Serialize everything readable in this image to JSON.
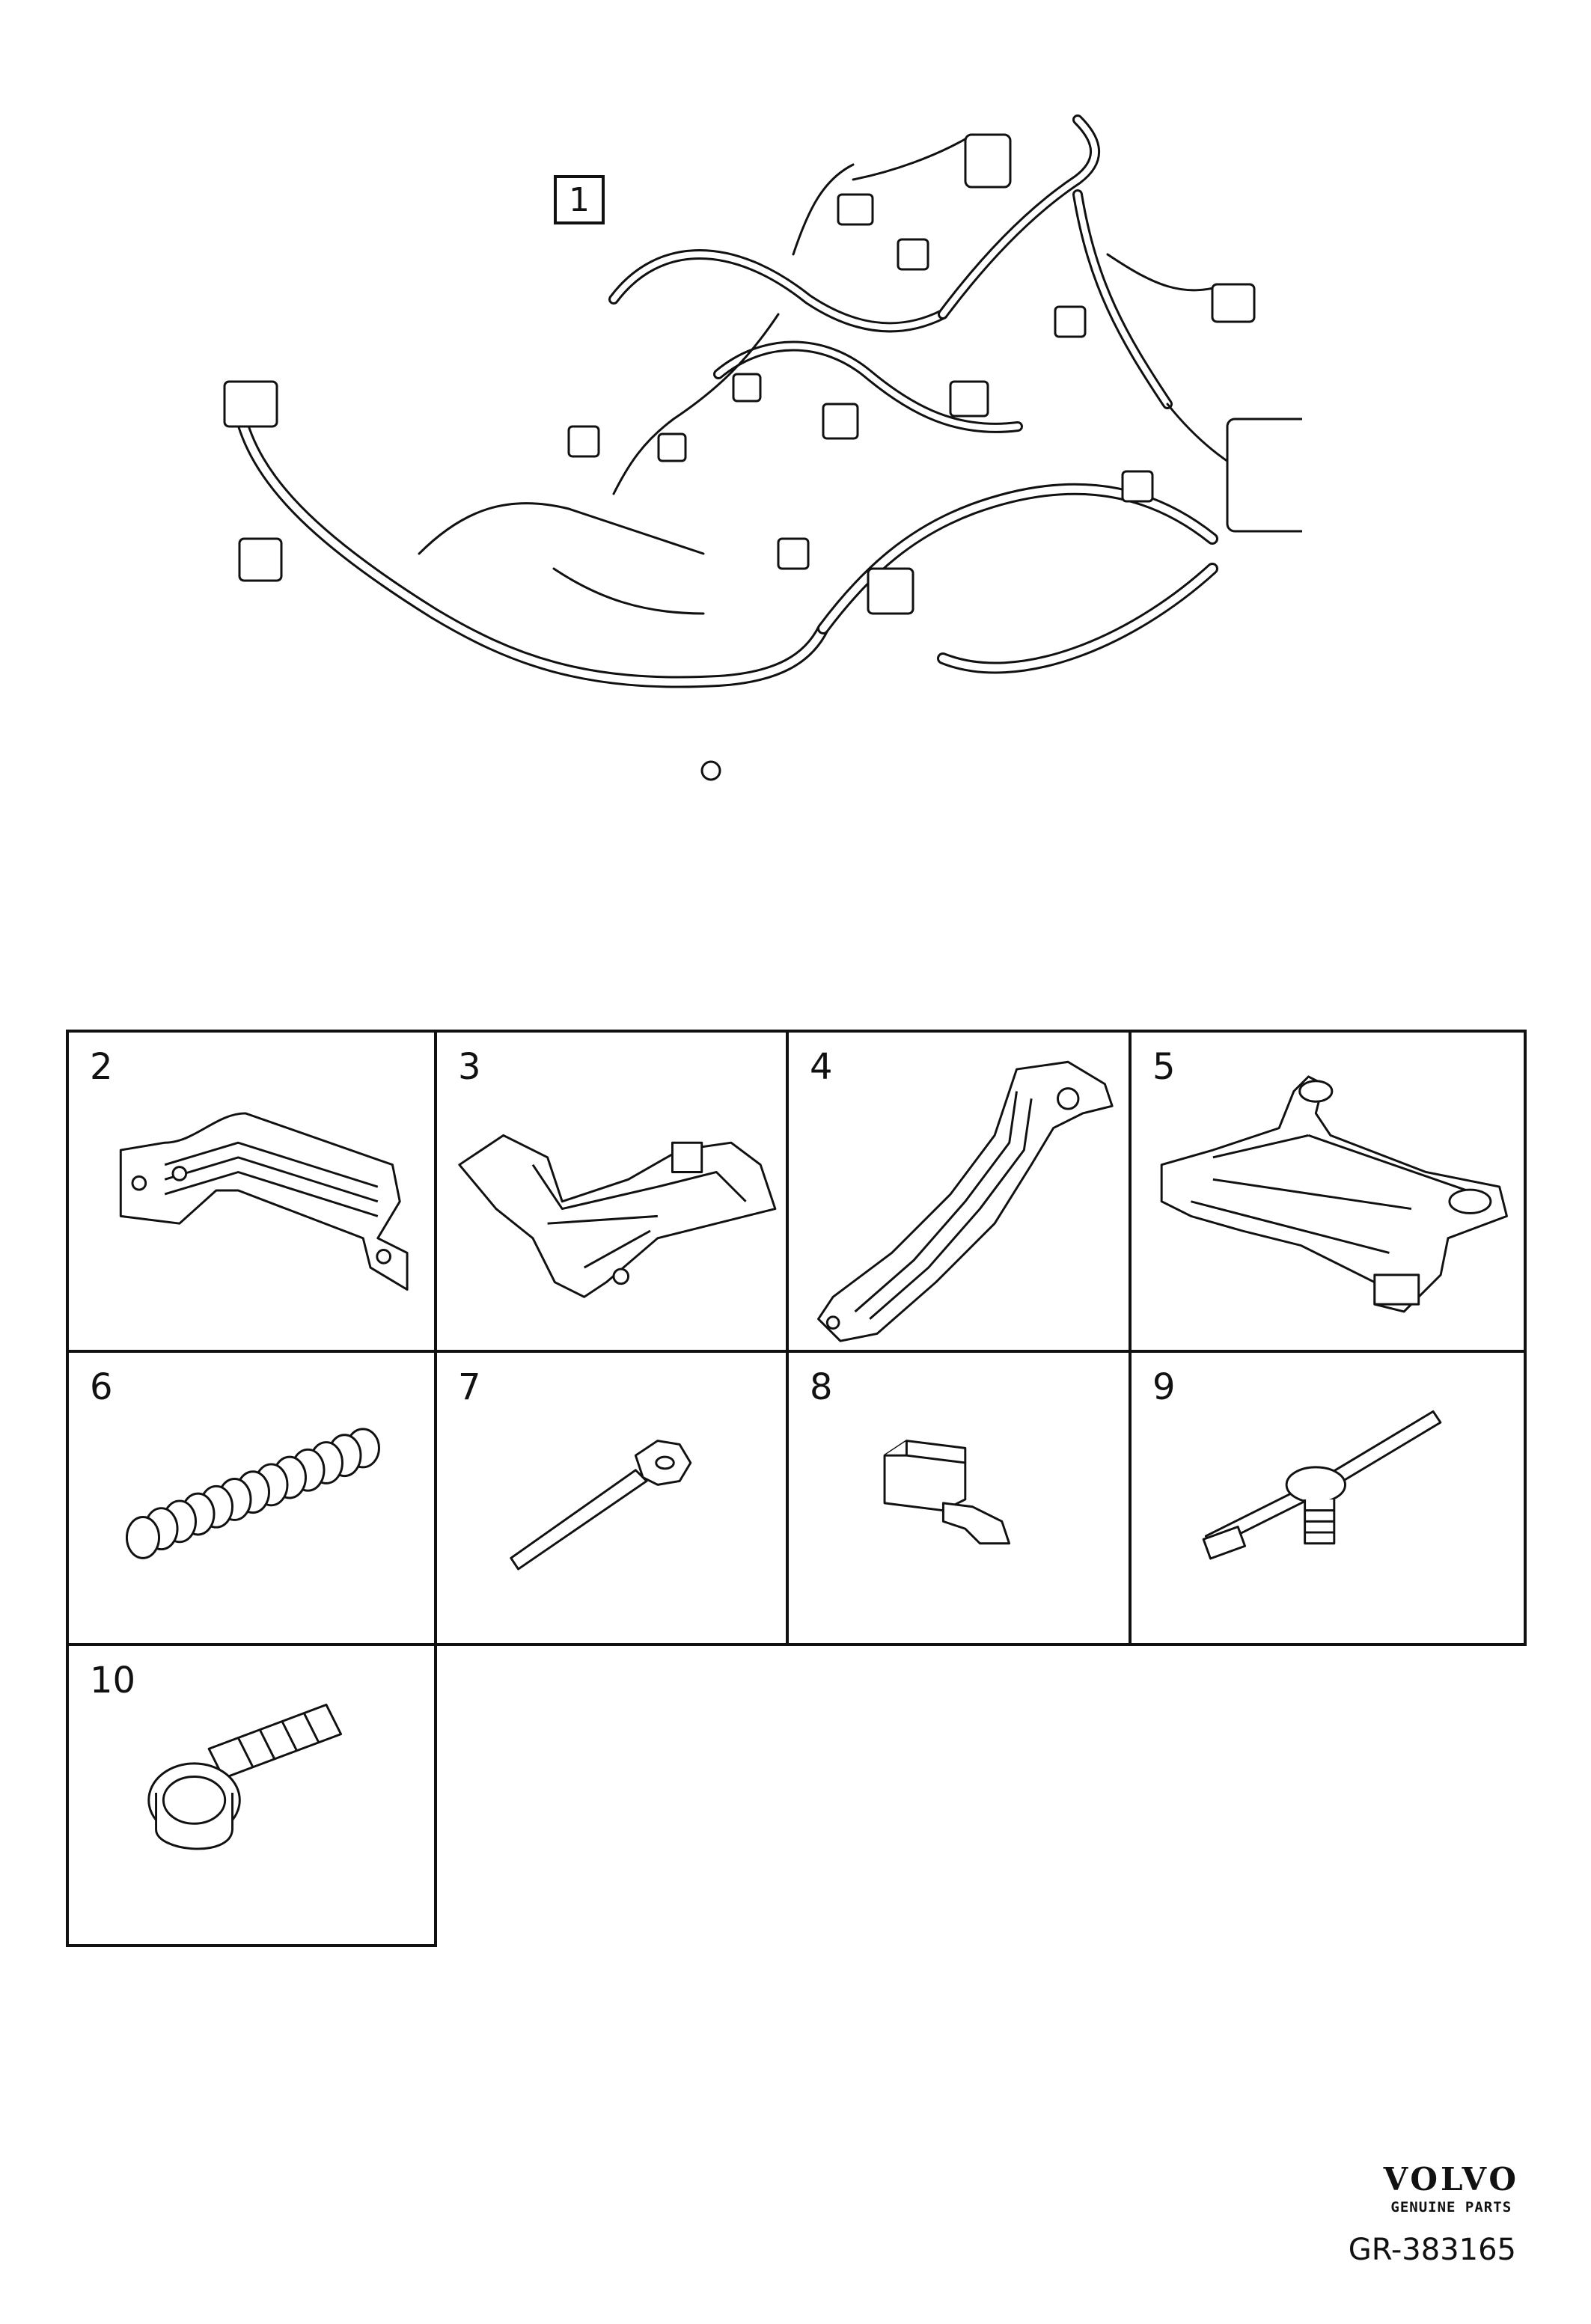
{
  "diagram": {
    "main_callout": "1",
    "cells": [
      {
        "label": "2",
        "icon": "bracket-icon"
      },
      {
        "label": "3",
        "icon": "cable-channel-icon"
      },
      {
        "label": "4",
        "icon": "cable-guide-icon"
      },
      {
        "label": "5",
        "icon": "cable-tray-icon"
      },
      {
        "label": "6",
        "icon": "corrugated-tube-icon"
      },
      {
        "label": "7",
        "icon": "cable-tie-icon"
      },
      {
        "label": "8",
        "icon": "clip-icon"
      },
      {
        "label": "9",
        "icon": "cable-tie-clip-icon"
      },
      {
        "label": "10",
        "icon": "flange-bolt-icon"
      }
    ]
  },
  "footer": {
    "brand": "VOLVO",
    "brand_sub": "GENUINE PARTS",
    "reference": "GR-383165"
  }
}
